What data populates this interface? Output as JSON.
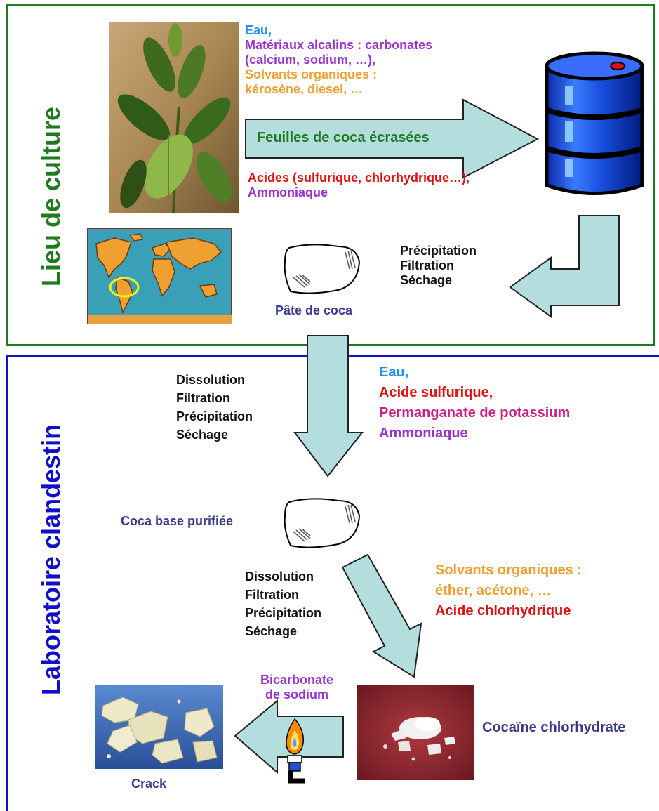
{
  "sections": {
    "culture_title": "Lieu de culture",
    "lab_title": "Laboratoire clandestin"
  },
  "reagents_top": {
    "line1": "Eau,",
    "line2": "Matériaux alcalins : carbonates",
    "line3": "(calcium, sodium, …),",
    "line4": "Solvants organiques :",
    "line5": "kérosène, diesel, …"
  },
  "arrow_main_label": "Feuilles de coca écrasées",
  "acids_top": {
    "line1": "Acides (sulfurique, chlorhydrique…),",
    "line2": "Ammoniaque"
  },
  "step1": [
    "Précipitation",
    "Filtration",
    "Séchage"
  ],
  "paste_label": "Pâte de coca",
  "step2": [
    "Dissolution",
    "Filtration",
    "Précipitation",
    "Séchage"
  ],
  "reagents_mid": {
    "line1": "Eau,",
    "line2": "Acide sulfurique,",
    "line3": "Permanganate de potassium",
    "line4": "Ammoniaque"
  },
  "base_label": "Coca base purifiée",
  "step3": [
    "Dissolution",
    "Filtration",
    "Précipitation",
    "Séchage"
  ],
  "reagents_bottom": {
    "line1": "Solvants organiques :",
    "line2": "éther, acétone, …",
    "line3": "Acide chlorhydrique"
  },
  "bicarbonate": {
    "line1": "Bicarbonate",
    "line2": "de sodium"
  },
  "cocaine_label": "Cocaïne chlorhydrate",
  "crack_label": "Crack",
  "colors": {
    "culture_border": "#1f7a1f",
    "lab_border": "#1010c8",
    "arrow_fill": "#b4dede",
    "water": "#1e90ff",
    "alkaline": "#9933cc",
    "solvent": "#f0a030",
    "acid": "#e01010",
    "permanganate": "#cc2288",
    "product": "#3a3a8c",
    "green_label": "#1f7a1f"
  },
  "icons": [
    "coca-plant-image",
    "world-map-image",
    "barrel-icon",
    "paste-lump-icon",
    "base-lump-icon",
    "burner-icon",
    "crack-image",
    "cocaine-image"
  ]
}
